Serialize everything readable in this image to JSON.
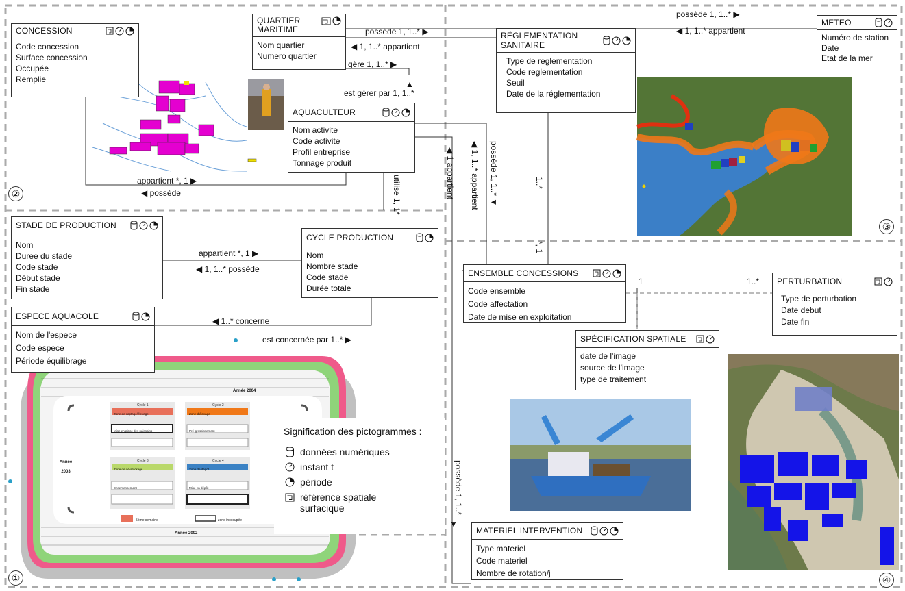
{
  "entities": {
    "concession": {
      "title": "CONCESSION",
      "attrs": [
        "Code concession",
        "Surface concession",
        "Occupée",
        "Remplie"
      ]
    },
    "quartier": {
      "title_l1": "QUARTIER",
      "title_l2": "MARITIME",
      "attrs": [
        "Nom quartier",
        "Numero quartier"
      ]
    },
    "reglementation": {
      "title_l1": "RÉGLEMENTATION",
      "title_l2": "SANITAIRE",
      "attrs": [
        "Type de reglementation",
        "Code reglementation",
        "Seuil",
        "Date de la réglementation"
      ]
    },
    "meteo": {
      "title": "METEO",
      "attrs": [
        "Numéro de station",
        "Date",
        "Etat de la mer"
      ]
    },
    "aquaculteur": {
      "title": "AQUACULTEUR",
      "attrs": [
        "Nom activite",
        "Code activite",
        "Profil entreprise",
        "Tonnage produit"
      ]
    },
    "stade": {
      "title": "STADE DE PRODUCTION",
      "attrs": [
        "Nom",
        "Duree du stade",
        "Code stade",
        "Début stade",
        "Fin stade"
      ]
    },
    "cycle": {
      "title": "CYCLE PRODUCTION",
      "attrs": [
        "Nom",
        "Nombre stade",
        "Code stade",
        "Durée totale"
      ]
    },
    "espece": {
      "title": "ESPECE AQUACOLE",
      "attrs": [
        "Nom de l'espece",
        "Code espece",
        "Période équilibrage"
      ]
    },
    "ensemble": {
      "title": "ENSEMBLE CONCESSIONS",
      "attrs": [
        "Code ensemble",
        "Code affectation",
        "Date de mise en exploitation"
      ]
    },
    "perturbation": {
      "title": "PERTURBATION",
      "attrs": [
        "Type de perturbation",
        "Date debut",
        "Date fin"
      ]
    },
    "specification": {
      "title": "SPÉCIFICATION SPATIALE",
      "attrs": [
        "date de l'image",
        "source de l'image",
        "type de traitement"
      ]
    },
    "materiel": {
      "title": "MATERIEL INTERVENTION",
      "attrs": [
        "Type materiel",
        "Code materiel",
        "Nombre de rotation/j"
      ]
    }
  },
  "relations": {
    "possede_meteo": "possède 1, 1..* ▶",
    "appartient_meteo": "◀ 1, 1..* appartient",
    "possede_quartier": "possède 1, 1..* ▶",
    "appartient_quartier": "◀ 1, 1..* appartient",
    "gere": "gère 1, 1..* ▶",
    "est_gerer": "est gérer par 1, 1..*",
    "appartient_conc": "appartient *, 1 ▶",
    "possede_conc": "◀ possède",
    "utilise": "utilise 1, 1*",
    "one_appartient": "◀ 1 appartient",
    "appartient_vert": "◀ 1, 1..* appartient",
    "possede_vert": "possède 1, 1..* ▼",
    "one_star": "1..*",
    "star_one": "*, 1",
    "appartient_stade": "appartient *, 1 ▶",
    "possede_stade": "◀ 1, 1..* possède",
    "concerne": "◀ 1..* concerne",
    "est_concernee": "est concernée par 1..* ▶",
    "mult_1": "1",
    "mult_1n": "1..*",
    "possede_materiel": "possède 1, 1..*"
  },
  "legend": {
    "title": "Signification des pictogrammes :",
    "items": [
      {
        "icon": "cylinder-icon",
        "label": "données numériques"
      },
      {
        "icon": "clock-icon",
        "label": "instant t"
      },
      {
        "icon": "half-circle-icon",
        "label": "période"
      },
      {
        "icon": "area-icon",
        "label": "référence spatiale surfacique"
      }
    ]
  },
  "sections": [
    "①",
    "②",
    "③",
    "④"
  ],
  "calendar": {
    "year_top": "Année 2004",
    "year_left": "Année 2003",
    "year_bottom": "Année 2002",
    "cycles": [
      "Cycle 1",
      "Cycle 2",
      "Cycle 3",
      "Cycle 4"
    ],
    "zones": [
      "Zone de captage/élevage",
      "Zone d'élevage",
      "Zone de dé-stockage",
      "Zone de dépôt"
    ],
    "steps": [
      "Mise en place des naissains",
      "Pré-grossissement",
      "Ensemencement",
      "Mise en dépôt"
    ],
    "legend_week": "5ème semaine",
    "legend_other": "zone inoccupée"
  },
  "colors": {
    "pink": "#e400d0",
    "accent_orange": "#f07818",
    "blue": "#1414e8",
    "border": "#333333",
    "dashed": "#b0b0b0"
  }
}
